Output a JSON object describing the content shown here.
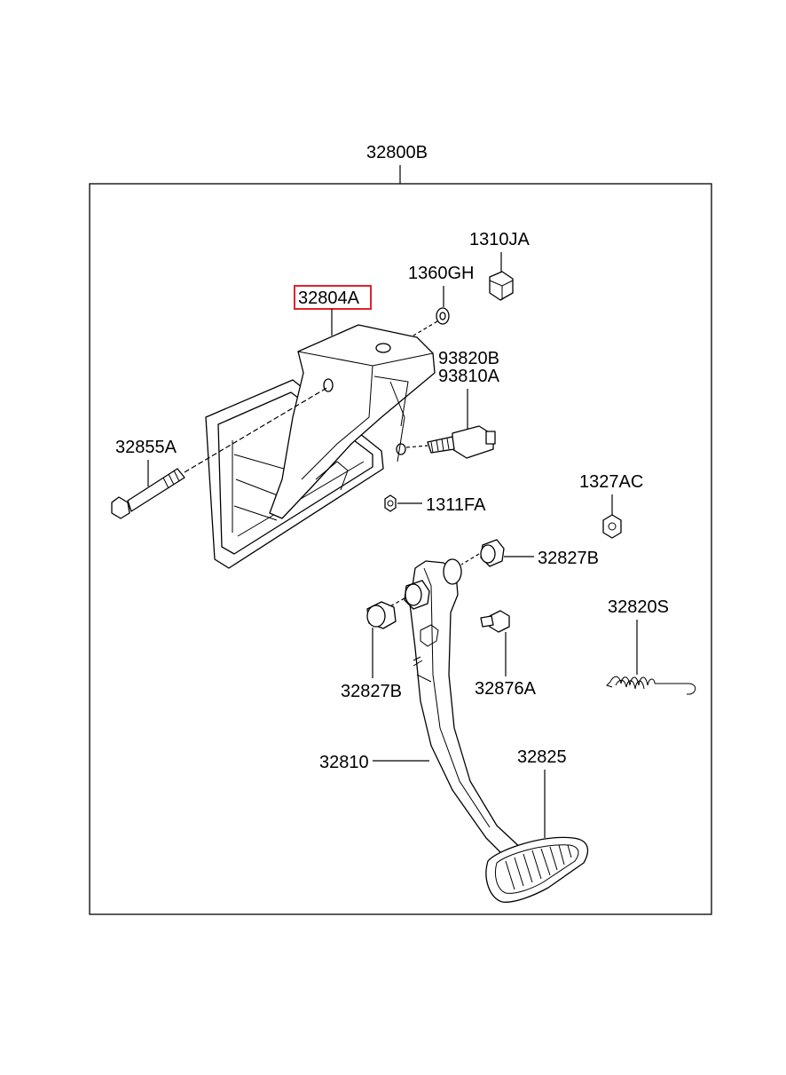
{
  "diagram": {
    "assembly_label": "32800B",
    "highlight_color": "#e0242a",
    "labels": {
      "p1310JA": "1310JA",
      "p1360GH": "1360GH",
      "p32804A": "32804A",
      "p93820B": "93820B",
      "p93810A": "93810A",
      "p32855A": "32855A",
      "p1327AC": "1327AC",
      "p1311FA": "1311FA",
      "p32827B_right": "32827B",
      "p32820S": "32820S",
      "p32827B_left": "32827B",
      "p32876A": "32876A",
      "p32810": "32810",
      "p32825": "32825"
    }
  }
}
